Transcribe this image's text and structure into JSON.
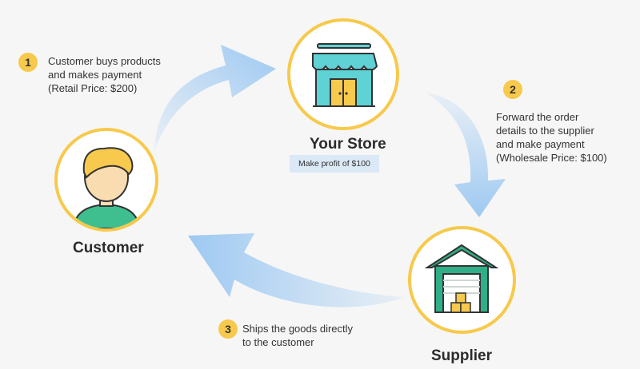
{
  "nodes": {
    "store": {
      "label": "Your Store",
      "note": "Make profit of $100"
    },
    "customer": {
      "label": "Customer"
    },
    "supplier": {
      "label": "Supplier"
    }
  },
  "steps": [
    {
      "number": "1",
      "lines": [
        "Customer buys products",
        "and makes payment",
        "(Retail Price: $200)"
      ]
    },
    {
      "number": "2",
      "lines": [
        "Forward the order",
        "details to the supplier",
        "and make payment",
        "(Wholesale Price: $100)"
      ]
    },
    {
      "number": "3",
      "lines": [
        "Ships the goods directly",
        "to the customer"
      ]
    }
  ],
  "colors": {
    "ring": "#f7c94c",
    "arrow": "#9ec9f2",
    "store_teal": "#5fd2d6",
    "supplier_green": "#2fae87",
    "badge": "#f7c94c",
    "profit_box": "#dbe8f6"
  },
  "icons": {
    "store": "storefront-icon",
    "customer": "person-avatar-icon",
    "supplier": "warehouse-icon"
  }
}
